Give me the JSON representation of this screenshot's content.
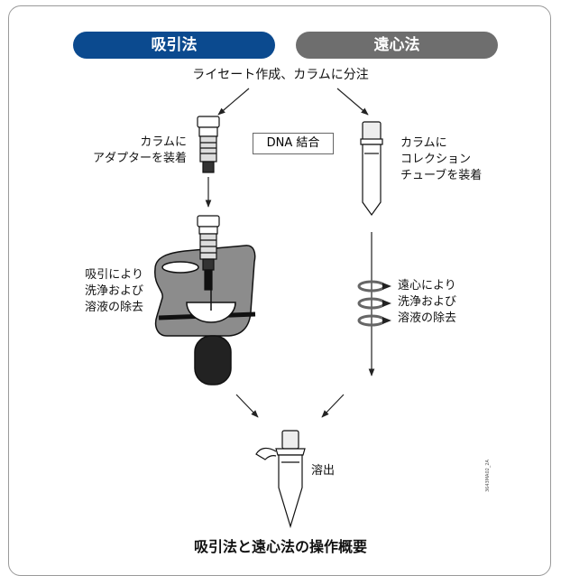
{
  "pills": {
    "vacuum": "吸引法",
    "spin": "遠心法"
  },
  "top_step": "ライセート作成、カラムに分注",
  "dna_binding": "DNA 結合",
  "left_column": {
    "adapter_line1": "カラムに",
    "adapter_line2": "アダプターを装着",
    "vacuum_line1": "吸引により",
    "vacuum_line2": "洗浄および",
    "vacuum_line3": "溶液の除去"
  },
  "right_column": {
    "tube_line1": "カラムに",
    "tube_line2": "コレクション",
    "tube_line3": "チューブを装着",
    "spin_line1": "遠心により",
    "spin_line2": "洗浄および",
    "spin_line3": "溶液の除去"
  },
  "elution": "溶出",
  "figure_title": "吸引法と遠心法の操作概要",
  "figure_code": "3643MA02_2A",
  "colors": {
    "vacuum_blue": "#0b4a8f",
    "spin_gray": "#6e6e6e"
  }
}
